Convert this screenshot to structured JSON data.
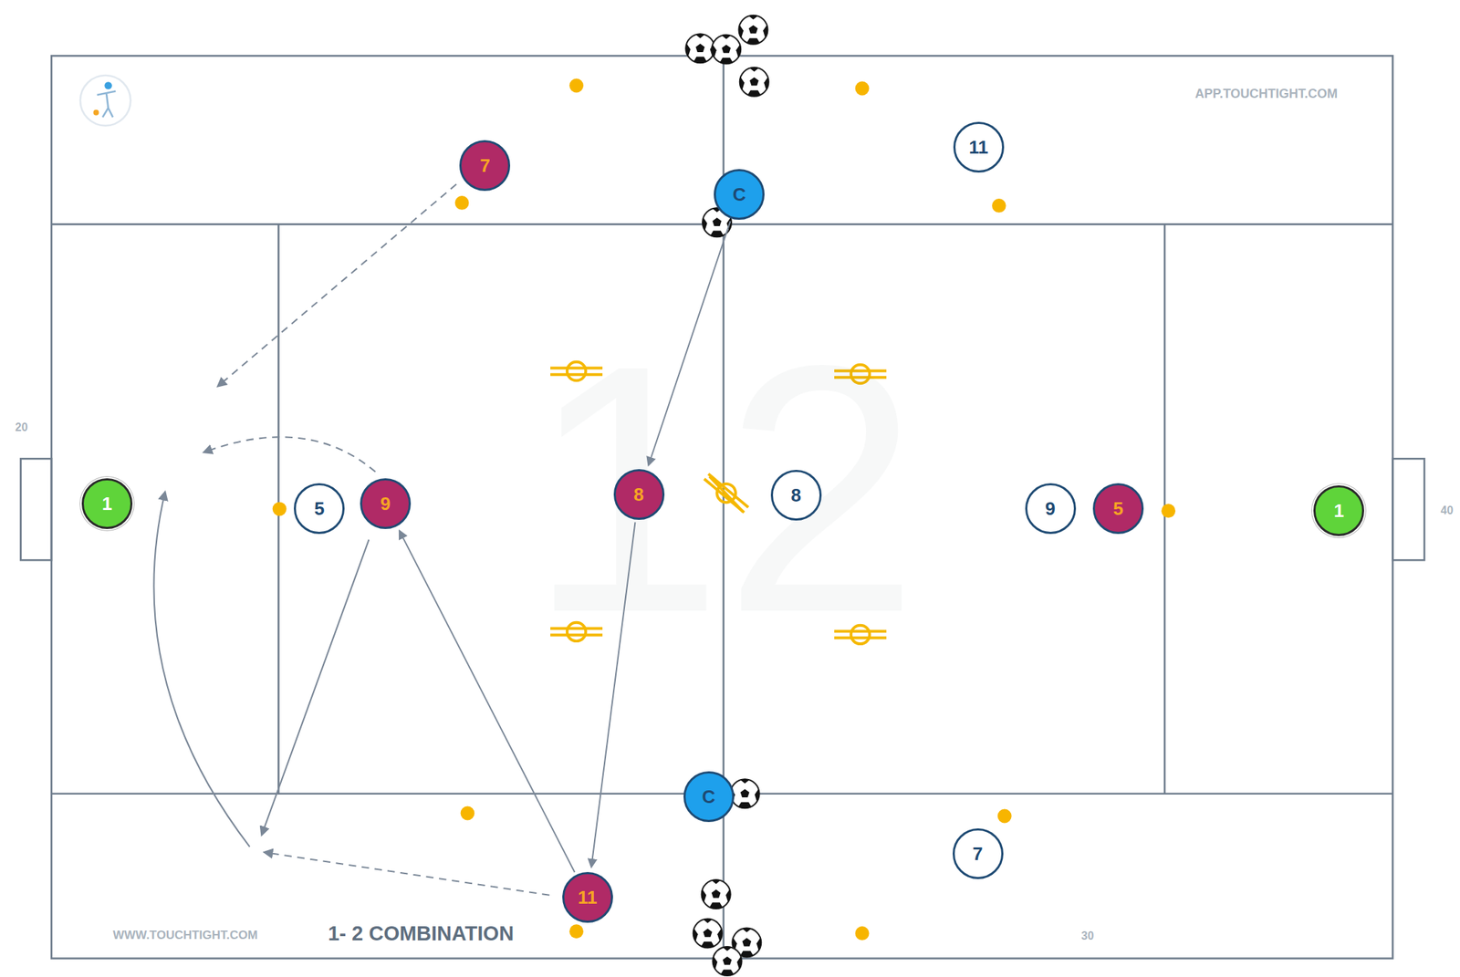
{
  "diagram": {
    "title": "1- 2 COMBINATION",
    "nodes": [
      {
        "text": [
          "7"
        ]
      },
      {
        "text": [
          "11"
        ]
      },
      {
        "text": [
          "C"
        ]
      },
      {
        "text": [
          "8"
        ]
      },
      {
        "text": [
          "8"
        ]
      },
      {
        "text": [
          "1"
        ]
      },
      {
        "text": [
          "5"
        ]
      },
      {
        "text": [
          "9"
        ]
      },
      {
        "text": [
          "9"
        ]
      },
      {
        "text": [
          "5"
        ]
      },
      {
        "text": [
          "1"
        ]
      },
      {
        "text": [
          "C"
        ]
      },
      {
        "text": [
          "11"
        ]
      },
      {
        "text": [
          "7"
        ]
      }
    ],
    "edges": [
      {
        "from": 2,
        "to": 3,
        "arrow": "to"
      },
      {
        "from": 3,
        "to": 12,
        "arrow": "to"
      },
      {
        "from": 12,
        "to": 7,
        "arrow": "to"
      }
    ],
    "labels": [
      "APP.TOUCHTIGHT.COM",
      "20",
      "40",
      "WWW.TOUCHTIGHT.COM",
      "30",
      "12"
    ]
  }
}
